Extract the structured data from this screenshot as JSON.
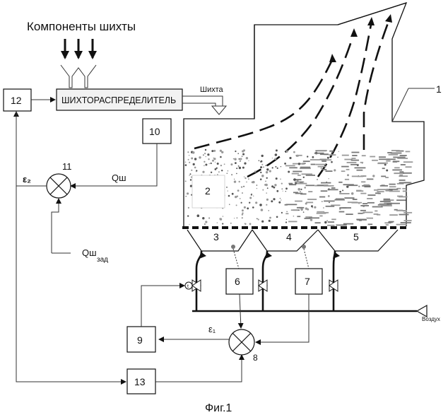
{
  "title_text": "Компоненты шихты",
  "distributor_label": "ШИХТОРАСПРЕДЕЛИТЕЛЬ",
  "charge_label": "Шихта",
  "air_label": "Воздух",
  "figure_caption": "Фиг.1",
  "q_label": "Qш",
  "q_set_label_main": "Qш",
  "q_set_label_sub": "зад",
  "eps2_label": "ε₂",
  "eps1_label": "ε₁",
  "numbers": {
    "furnace": "1",
    "zone2": "2",
    "zone3": "3",
    "zone4": "4",
    "zone5": "5",
    "box6": "6",
    "box7": "7",
    "sum8": "8",
    "box9": "9",
    "box10": "10",
    "sum11": "11",
    "box12": "12",
    "box13": "13"
  }
}
